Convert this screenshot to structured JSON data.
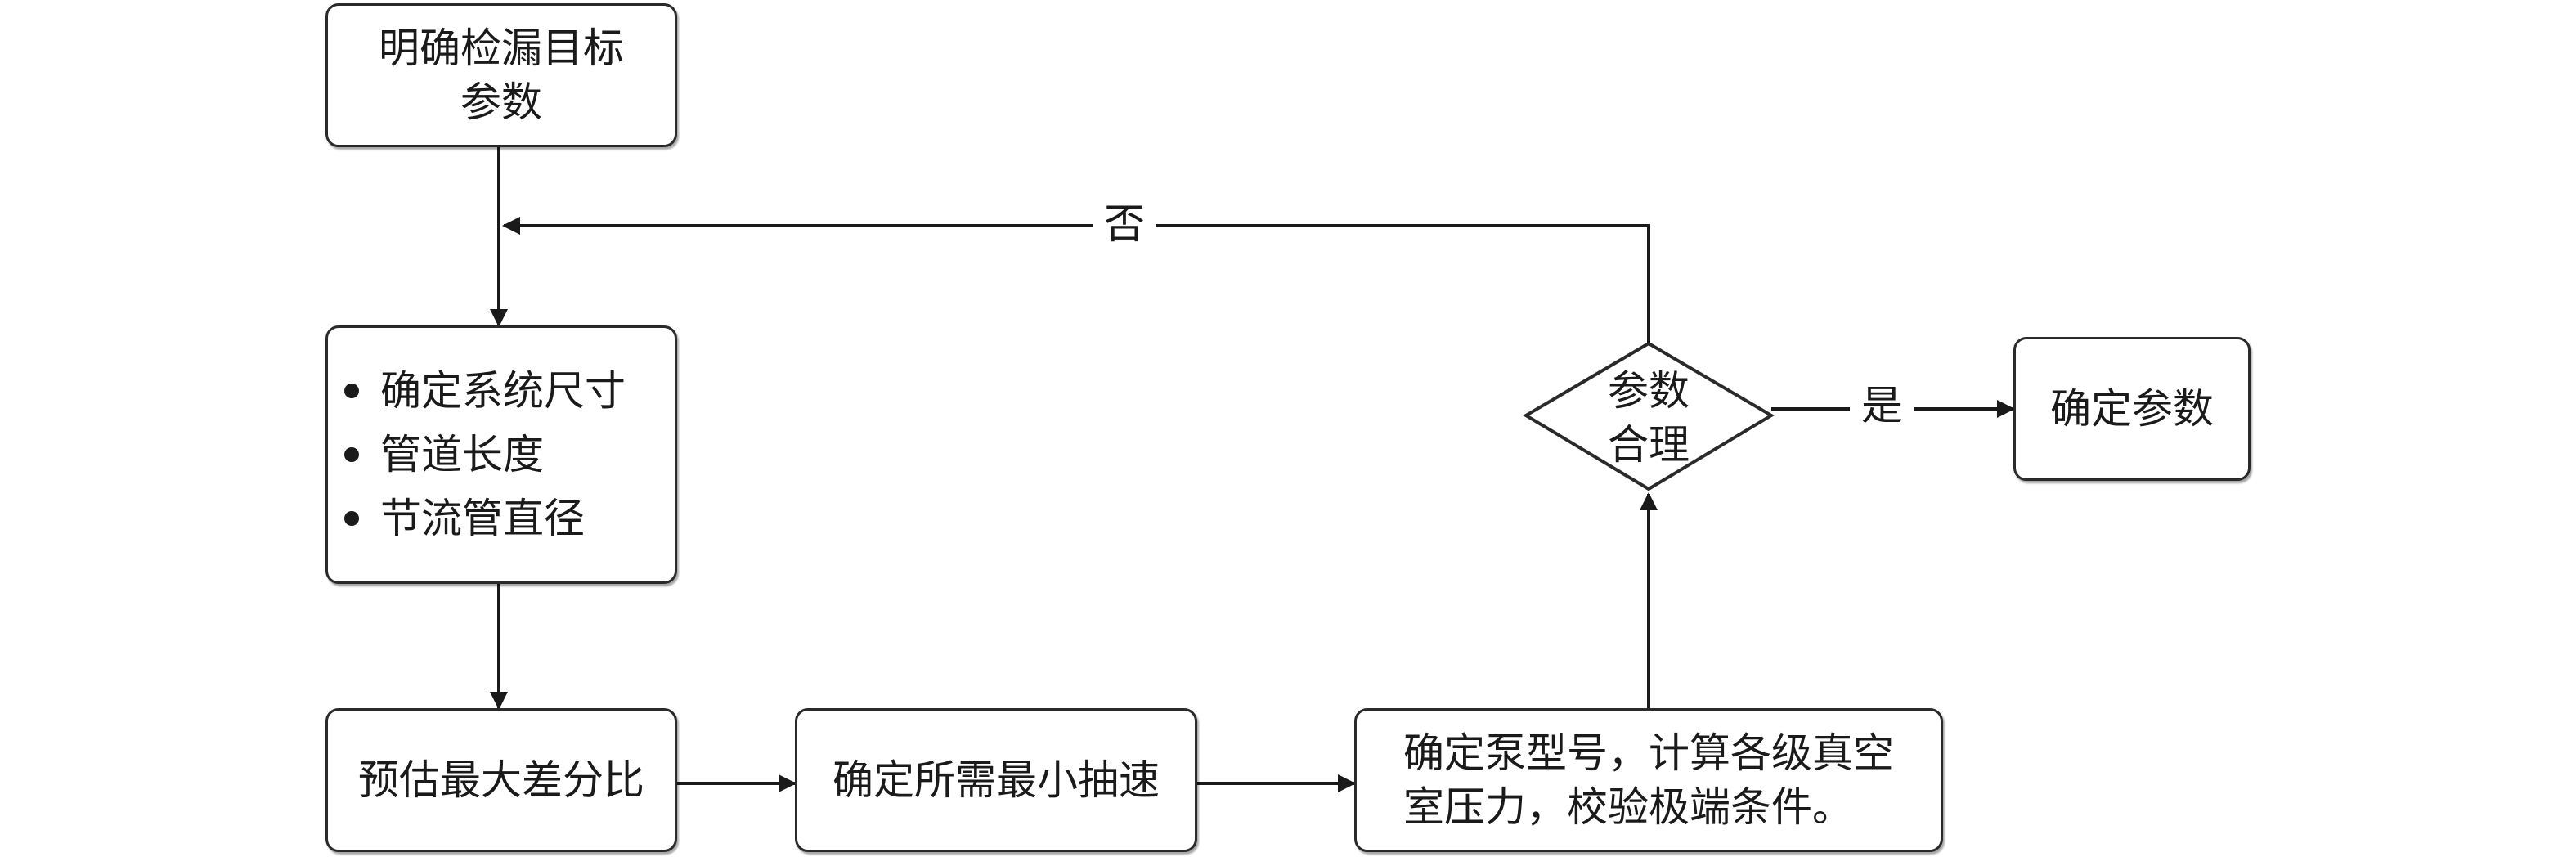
{
  "diagram": {
    "type": "flowchart",
    "nodes": {
      "goal": {
        "lines": [
          "明确检漏目标",
          "参数"
        ]
      },
      "dimensions": {
        "items": [
          "确定系统尺寸",
          "管道长度",
          "节流管直径"
        ]
      },
      "estimate": {
        "label": "预估最大差分比"
      },
      "min_speed": {
        "label": "确定所需最小抽速"
      },
      "pump": {
        "lines": [
          "确定泵型号，计算各级真空",
          "室压力，校验极端条件。"
        ]
      },
      "decision": {
        "lines": [
          "参数",
          "合理"
        ]
      },
      "confirm": {
        "label": "确定参数"
      }
    },
    "edge_labels": {
      "no": "否",
      "yes": "是"
    }
  }
}
